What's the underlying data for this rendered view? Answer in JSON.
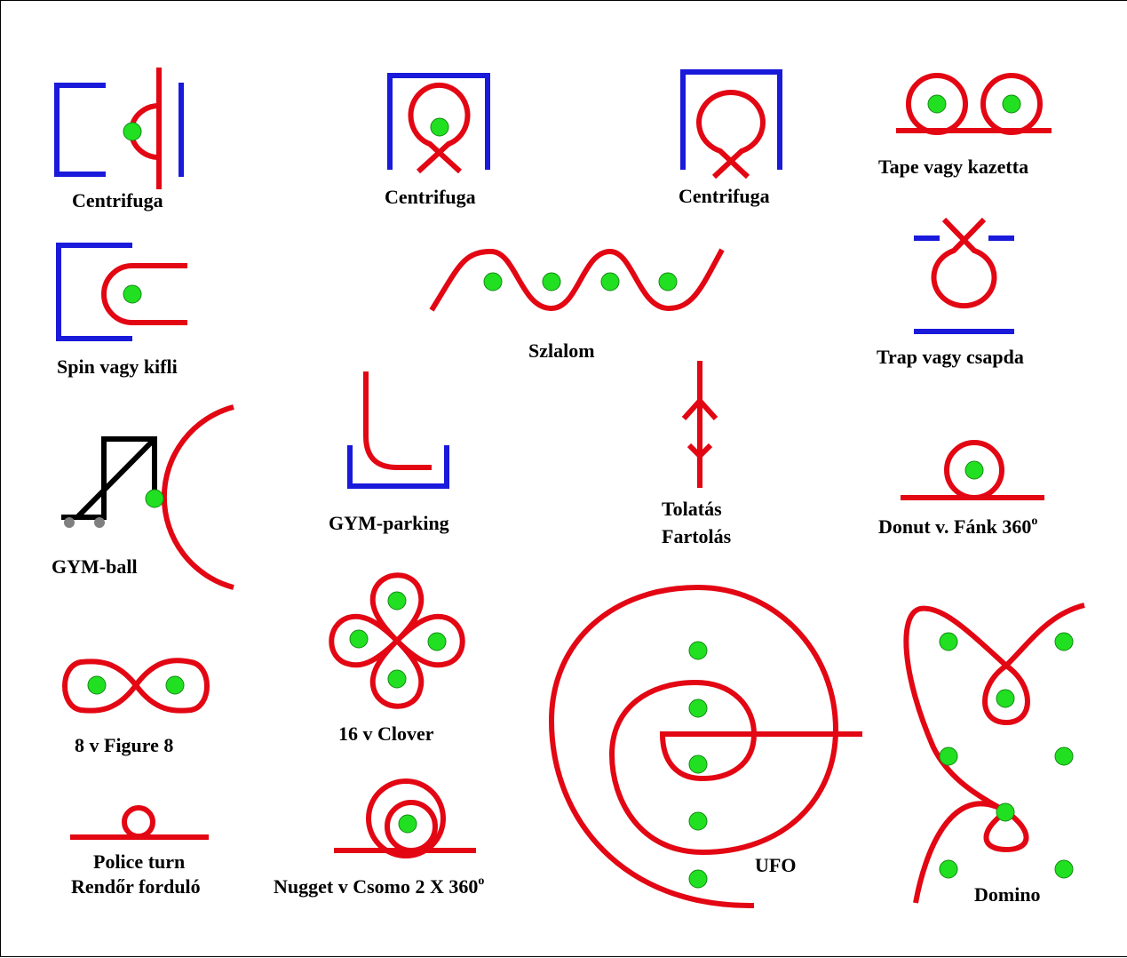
{
  "labels": {
    "centrifuga_1": "Centrifuga",
    "centrifuga_2": "Centrifuga",
    "centrifuga_3": "Centrifuga",
    "tape": "Tape vagy kazetta",
    "spin": "Spin vagy kifli",
    "szlalom": "Szlalom",
    "trap": "Trap vagy csapda",
    "gym_parking": "GYM-parking",
    "tolatas_1": "Tolatás",
    "tolatas_2": "Fartolás",
    "donut": "Donut v. Fánk 360",
    "donut_sup": "o",
    "gym_ball": "GYM-ball",
    "figure8": "8 v Figure 8",
    "clover": "16 v Clover",
    "ufo": "UFO",
    "domino": "Domino",
    "police_1": "Police turn",
    "police_2": "Rendőr forduló",
    "nugget": "Nugget v Csomo 2 X 360",
    "nugget_sup": "o"
  },
  "colors": {
    "path": "#e30613",
    "barrier": "#1a1adb",
    "cone": "#21e021",
    "apparatus": "#000000"
  }
}
